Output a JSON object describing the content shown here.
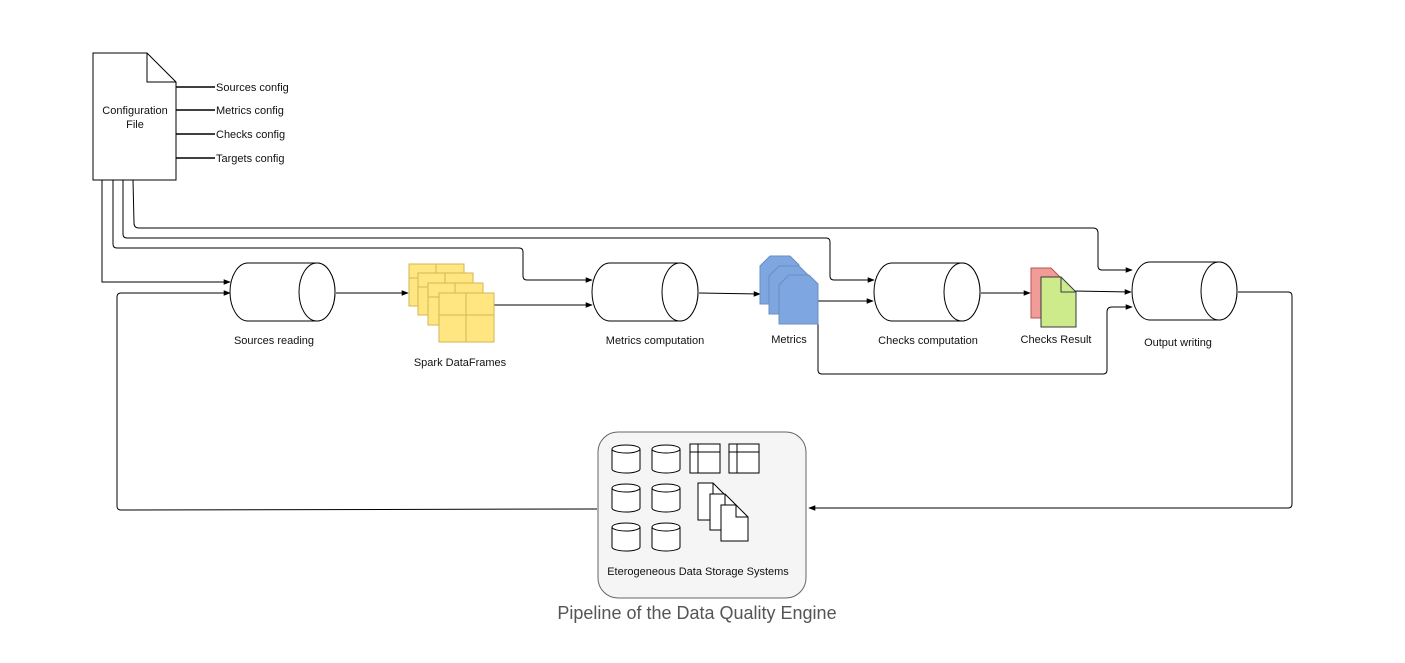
{
  "config_file": {
    "label_line1": "Configuration",
    "label_line2": "File",
    "items": [
      "Sources config",
      "Metrics config",
      "Checks config",
      "Targets config"
    ]
  },
  "nodes": {
    "sources_reading": "Sources reading",
    "spark_dataframes": "Spark DataFrames",
    "metrics_computation": "Metrics computation",
    "metrics": "Metrics",
    "checks_computation": "Checks computation",
    "checks_result": "Checks Result",
    "output_writing": "Output writing",
    "storage": "Eterogeneous Data Storage Systems"
  },
  "caption": "Pipeline of the Data Quality Engine",
  "colors": {
    "dataframe_fill": "#FFE680",
    "dataframe_stroke": "#D6B656",
    "metrics_fill": "#7EA6E0",
    "metrics_stroke": "#6C8EBF",
    "result_green": "#CDEB8B",
    "result_red": "#F19C99",
    "storage_fill": "#F5F5F5",
    "storage_stroke": "#666666"
  }
}
